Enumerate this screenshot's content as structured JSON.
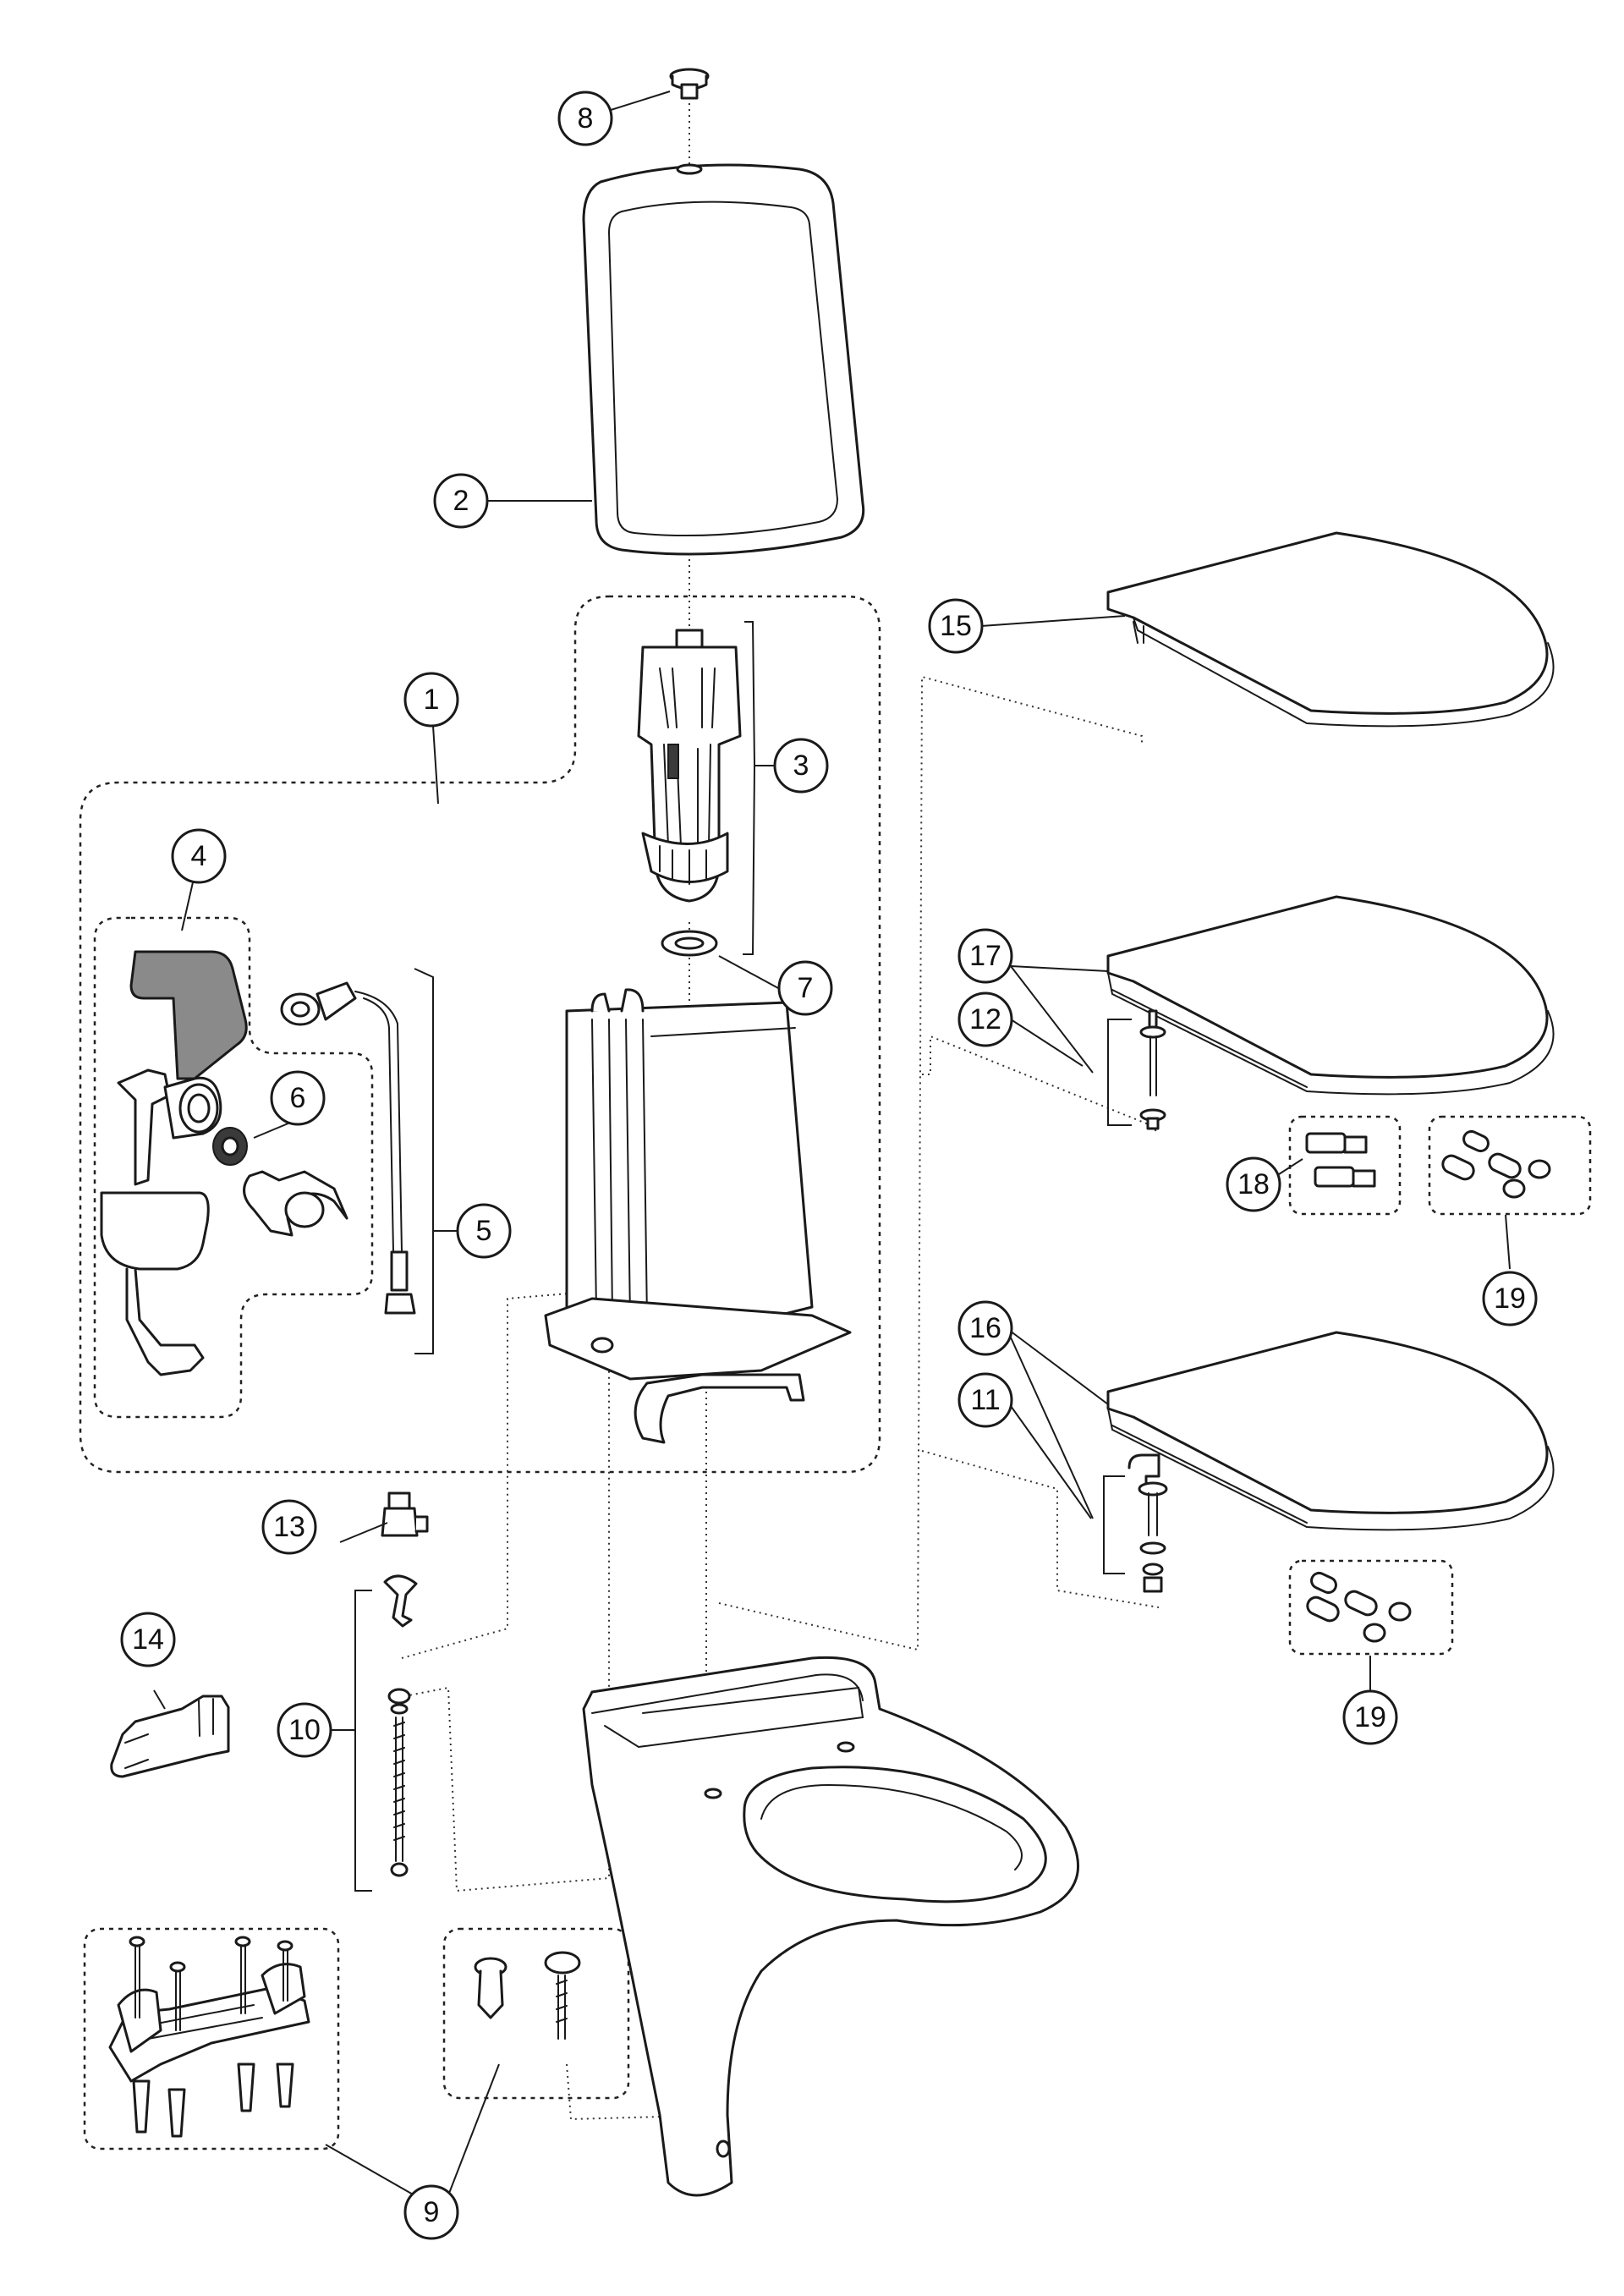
{
  "callouts": [
    {
      "id": "c1",
      "label": "1"
    },
    {
      "id": "c2",
      "label": "2"
    },
    {
      "id": "c3",
      "label": "3"
    },
    {
      "id": "c4",
      "label": "4"
    },
    {
      "id": "c5",
      "label": "5"
    },
    {
      "id": "c6",
      "label": "6"
    },
    {
      "id": "c7",
      "label": "7"
    },
    {
      "id": "c8",
      "label": "8"
    },
    {
      "id": "c9",
      "label": "9"
    },
    {
      "id": "c10",
      "label": "10"
    },
    {
      "id": "c11",
      "label": "11"
    },
    {
      "id": "c12",
      "label": "12"
    },
    {
      "id": "c13",
      "label": "13"
    },
    {
      "id": "c14",
      "label": "14"
    },
    {
      "id": "c15",
      "label": "15"
    },
    {
      "id": "c16",
      "label": "16"
    },
    {
      "id": "c17",
      "label": "17"
    },
    {
      "id": "c18",
      "label": "18"
    },
    {
      "id": "c19a",
      "label": "19"
    },
    {
      "id": "c19b",
      "label": "19"
    }
  ],
  "colors": {
    "line": "#1a1a1a",
    "grey_part": "#8a8a8a",
    "background": "#ffffff"
  }
}
